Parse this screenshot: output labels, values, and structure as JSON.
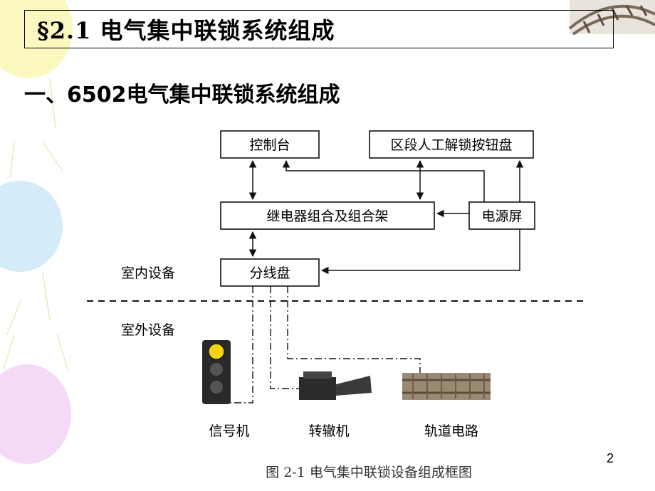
{
  "slide": {
    "title": "§2.1  电气集中联锁系统组成",
    "heading": "一、6502电气集中联锁系统组成",
    "page_number": "2"
  },
  "diagram": {
    "boxes": {
      "console": "控制台",
      "block_release_panel": "区段人工解锁按钮盘",
      "relay_rack": "继电器组合及组合架",
      "power_panel": "电源屏",
      "distribution_board": "分线盘"
    },
    "zone_labels": {
      "indoor": "室内设备",
      "outdoor": "室外设备"
    },
    "field_devices": {
      "signal": "信号机",
      "switch_machine": "转辙机",
      "track_circuit": "轨道电路"
    },
    "caption": "图 2-1  电气集中联锁设备组成框图"
  },
  "colors": {
    "line": "#111111",
    "signal_lamp_lit": "#f4d20c",
    "signal_body": "#2a2a2a"
  }
}
